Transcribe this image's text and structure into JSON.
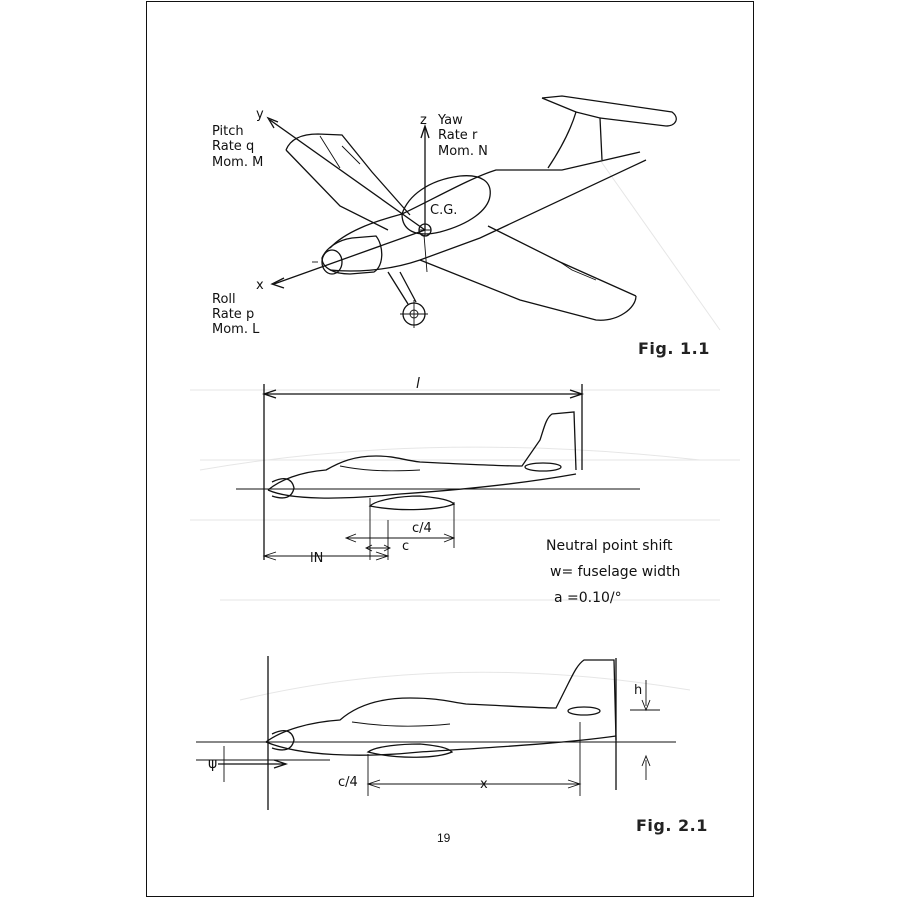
{
  "page_number": "19",
  "fig1": {
    "caption": "Fig. 1.1",
    "pitch": [
      "Pitch",
      "Rate q",
      "Mom. M"
    ],
    "yaw": [
      "Yaw",
      "Rate r",
      "Mom. N"
    ],
    "roll": [
      "Roll",
      "Rate p",
      "Mom. L"
    ],
    "axis_x": "x",
    "axis_y": "y",
    "axis_z": "z",
    "cg": "C.G."
  },
  "fig_mid": {
    "length": "l",
    "chord_quarter": "c/4",
    "chord": "c",
    "ln": "lN",
    "notes": [
      "Neutral point shift",
      "w= fuselage width",
      "a =0.10/°"
    ]
  },
  "fig2": {
    "caption": "Fig. 2.1",
    "psi": "ψ",
    "chord_quarter": "c/4",
    "x": "x",
    "h": "h"
  }
}
